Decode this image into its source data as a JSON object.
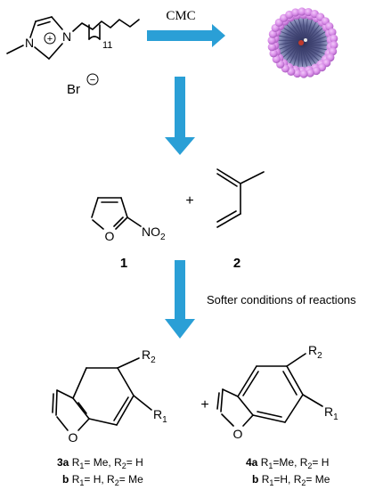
{
  "labels": {
    "cmc": "CMC",
    "conditions": "Softer conditions of reactions",
    "plus_reactants": "+",
    "plus_products": "+"
  },
  "salt": {
    "atom_n1": "N",
    "atom_n2": "N",
    "charge_plus": "+",
    "chain_subscript": "11",
    "counterion": "Br",
    "charge_minus": "−"
  },
  "compound1": {
    "number": "1",
    "atom_o": "O",
    "nitro_no": "NO",
    "nitro_sub": "2"
  },
  "compound2": {
    "number": "2"
  },
  "product3": {
    "atom_o": "O",
    "r1": "R",
    "r1_sub": "1",
    "r2": "R",
    "r2_sub": "2",
    "line1_id": "3a",
    "line1_r1": "R",
    "line1_r1_sub": "1",
    "line1_r1_val": "= Me, R",
    "line1_r2_sub": "2",
    "line1_r2_val": "= H",
    "line2_id": "b",
    "line2_r1": "R",
    "line2_r1_sub": "1",
    "line2_r1_val": "= H, R",
    "line2_r2_sub": "2",
    "line2_r2_val": "= Me"
  },
  "product4": {
    "atom_o": "O",
    "r1": "R",
    "r1_sub": "1",
    "r2": "R",
    "r2_sub": "2",
    "line1_id": "4a",
    "line1_r1": "R",
    "line1_r1_sub": "1",
    "line1_r1_val": "=Me, R",
    "line1_r2_sub": "2",
    "line1_r2_val": "= H",
    "line2_id": "b",
    "line2_r1": "R",
    "line2_r1_sub": "1",
    "line2_r1_val": "=H, R",
    "line2_r2_sub": "2",
    "line2_r2_val": "= Me"
  },
  "colors": {
    "arrow": "#2a9fd6",
    "micelle_head": "#d98ee8",
    "micelle_core": "#4a4a78"
  }
}
